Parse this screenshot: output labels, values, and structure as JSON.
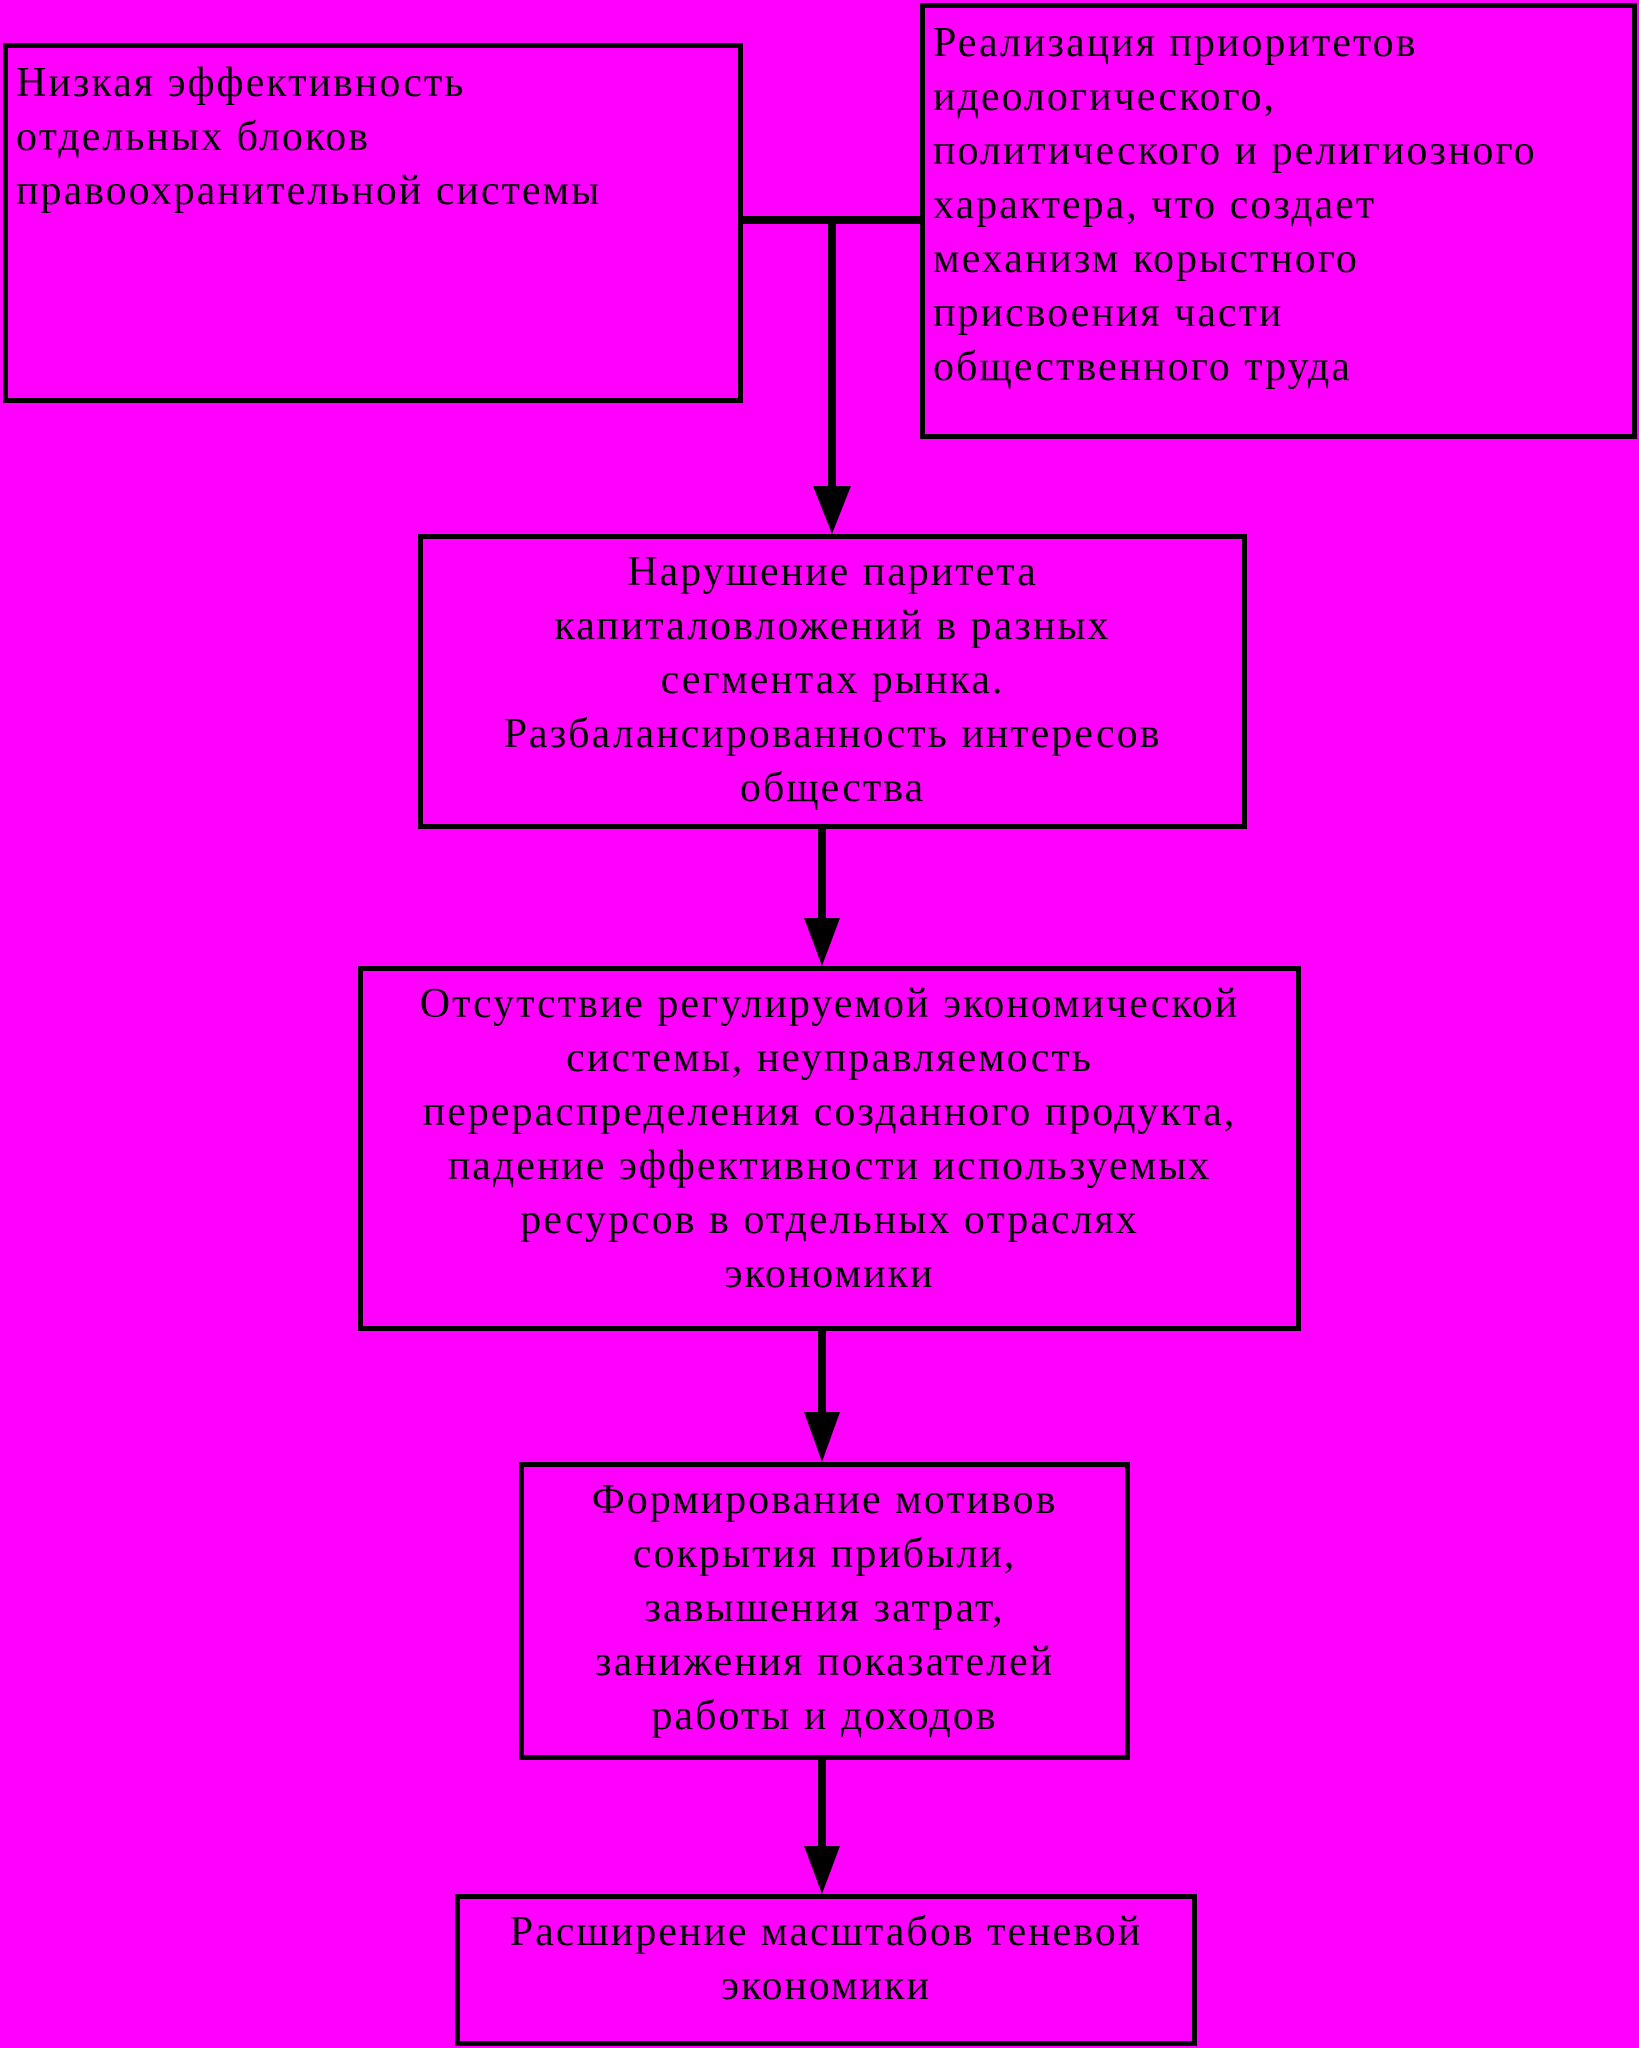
{
  "diagram": {
    "boxes": [
      {
        "id": "low-efficiency",
        "text": "Низкая эффективность\nотдельных блоков\nправоохранительной системы"
      },
      {
        "id": "priorities",
        "text": "Реализация приоритетов\nидеологического,\nполитического и религиозного\nхарактера, что создает\nмеханизм корыстного\nприсвоения части\nобщественного труда"
      },
      {
        "id": "parity-violation",
        "text": "Нарушение паритета\nкапиталовложений в разных\nсегментах рынка.\nРазбалансированность интересов\nобщества"
      },
      {
        "id": "no-regulation",
        "text": "Отсутствие регулируемой экономической\nсистемы, неуправляемость\nперераспределения созданного продукта,\nпадение эффективности используемых\nресурсов в отдельных отраслях\nэкономики"
      },
      {
        "id": "motives",
        "text": "Формирование мотивов\nсокрытия прибыли,\nзавышения затрат,\nзанижения показателей\nработы и доходов"
      },
      {
        "id": "shadow-economy",
        "text": "Расширение масштабов теневой\nэкономики"
      }
    ],
    "colors": {
      "background": "#ff00ff",
      "line": "#000000"
    }
  }
}
